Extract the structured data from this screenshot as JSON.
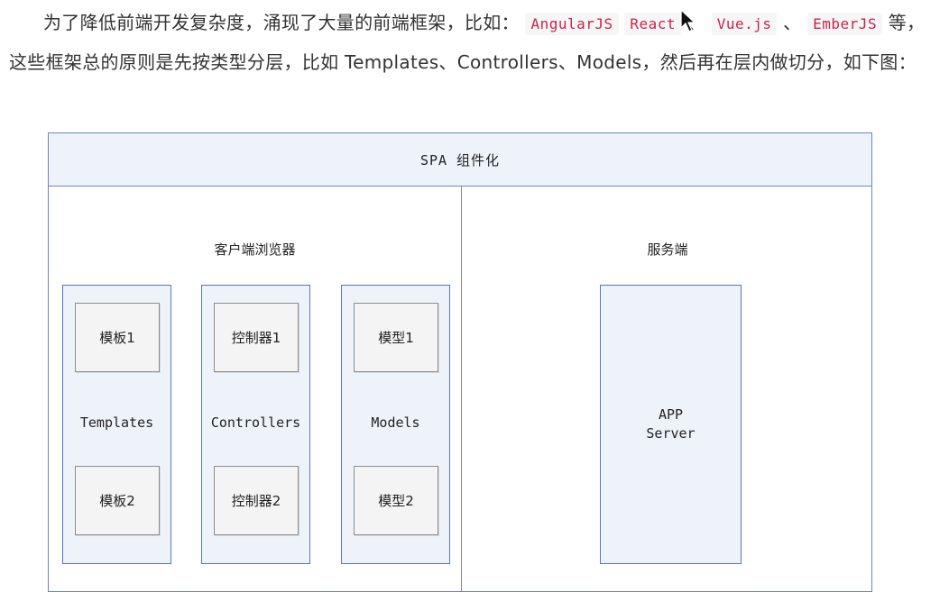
{
  "paragraph": {
    "text1": "为了降低前端开发复杂度，涌现了大量的前端框架，比如：",
    "fw1": "AngularJS",
    "fw2": "React",
    "sep1": "、",
    "fw3": "Vue.js",
    "sep2": "、",
    "fw4": "EmberJS",
    "text2": "等，这些框架总的原则是先按类型分层，比如 Templates、Controllers、Models，然后再在层内做切分，如下图："
  },
  "diagram": {
    "title": "SPA 组件化",
    "client_label": "客户端浏览器",
    "server_label": "服务端",
    "columns": [
      {
        "label": "Templates",
        "box1": "模板1",
        "box2": "模板2"
      },
      {
        "label": "Controllers",
        "box1": "控制器1",
        "box2": "控制器2"
      },
      {
        "label": "Models",
        "box1": "模型1",
        "box2": "模型2"
      }
    ],
    "server": {
      "line1": "APP",
      "line2": "Server"
    }
  }
}
